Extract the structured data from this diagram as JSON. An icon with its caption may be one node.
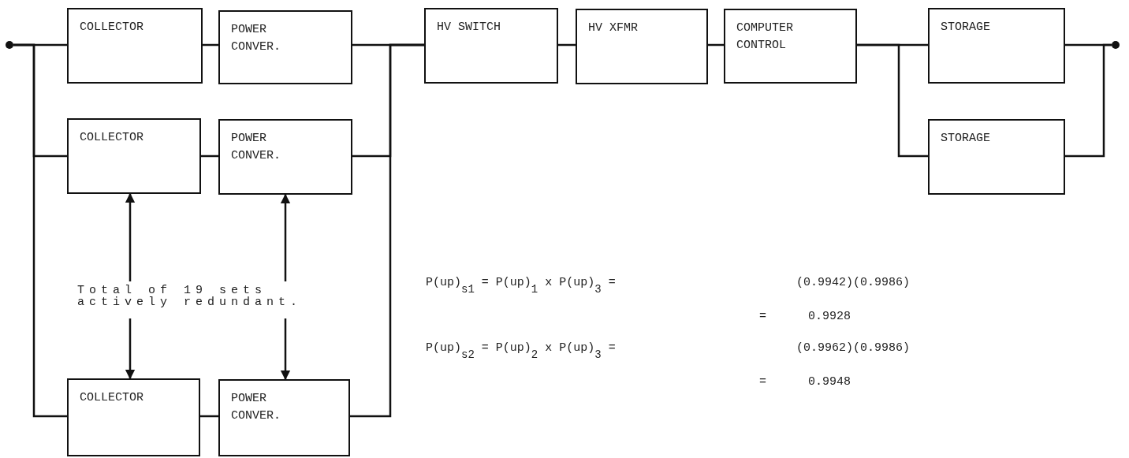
{
  "diagram": {
    "nodes": [
      {
        "text": [],
        "shape": "circle"
      },
      {
        "text": [
          "COLLECTOR"
        ]
      },
      {
        "text": [
          "POWER CONVER."
        ]
      },
      {
        "text": [
          "COLLECTOR"
        ]
      },
      {
        "text": [
          "POWER CONVER."
        ]
      },
      {
        "text": [
          "Total of 19 sets actively redundant."
        ]
      },
      {
        "text": [
          "COLLECTOR"
        ]
      },
      {
        "text": [
          "POWER CONVER."
        ]
      },
      {
        "text": [
          "HV SWITCH"
        ]
      },
      {
        "text": [
          "HV XFMR"
        ]
      },
      {
        "text": [
          "COMPUTER CONTROL"
        ]
      },
      {
        "text": [
          "STORAGE"
        ]
      },
      {
        "text": [
          "STORAGE"
        ]
      },
      {
        "text": [],
        "shape": "circle"
      }
    ],
    "edges": [
      {
        "from": 0,
        "to": 1,
        "arrow": "none"
      },
      {
        "from": 0,
        "to": 3,
        "arrow": "none"
      },
      {
        "from": 0,
        "to": 6,
        "arrow": "none"
      },
      {
        "from": 1,
        "to": 2,
        "arrow": "none"
      },
      {
        "from": 3,
        "to": 4,
        "arrow": "none"
      },
      {
        "from": 6,
        "to": 7,
        "arrow": "none"
      },
      {
        "from": 2,
        "to": 8,
        "arrow": "none"
      },
      {
        "from": 4,
        "to": 8,
        "arrow": "none"
      },
      {
        "from": 7,
        "to": 8,
        "arrow": "none"
      },
      {
        "from": 8,
        "to": 9,
        "arrow": "none"
      },
      {
        "from": 9,
        "to": 10,
        "arrow": "none"
      },
      {
        "from": 10,
        "to": 11,
        "arrow": "none"
      },
      {
        "from": 10,
        "to": 12,
        "arrow": "none"
      },
      {
        "from": 11,
        "to": 13,
        "arrow": "none"
      },
      {
        "from": 12,
        "to": 13,
        "arrow": "none"
      },
      {
        "from": 5,
        "to": 3,
        "arrow": "to"
      },
      {
        "from": 5,
        "to": 4,
        "arrow": "to"
      },
      {
        "from": 5,
        "to": 6,
        "arrow": "to"
      },
      {
        "from": 5,
        "to": 7,
        "arrow": "to"
      }
    ],
    "labels": [
      "P(up)$_{s1}$ = P(up)$_{1}$ x P(up)$_{3}$ =",
      "(0.9942)(0.9986)",
      "=",
      "0.9928",
      "P(up)$_{s2}$ = P(up)$_{2}$ x P(up)$_{3}$ =",
      "(0.9962)(0.9986)",
      "=",
      "0.9948"
    ]
  }
}
